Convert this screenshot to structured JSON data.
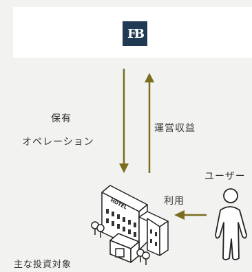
{
  "logo": {
    "text": "FB"
  },
  "labels": {
    "hold": "保有",
    "operation": "オペレーション",
    "revenue": "運営収益",
    "use": "利用",
    "user": "ユーザー",
    "target": "主な投資対象"
  },
  "hotel": {
    "sign": "HOTEL"
  },
  "colors": {
    "arrow": "#7a6e1e",
    "logo_bg": "#1f3a52",
    "banner": "#ffffff",
    "background": "#f2f2f0"
  }
}
